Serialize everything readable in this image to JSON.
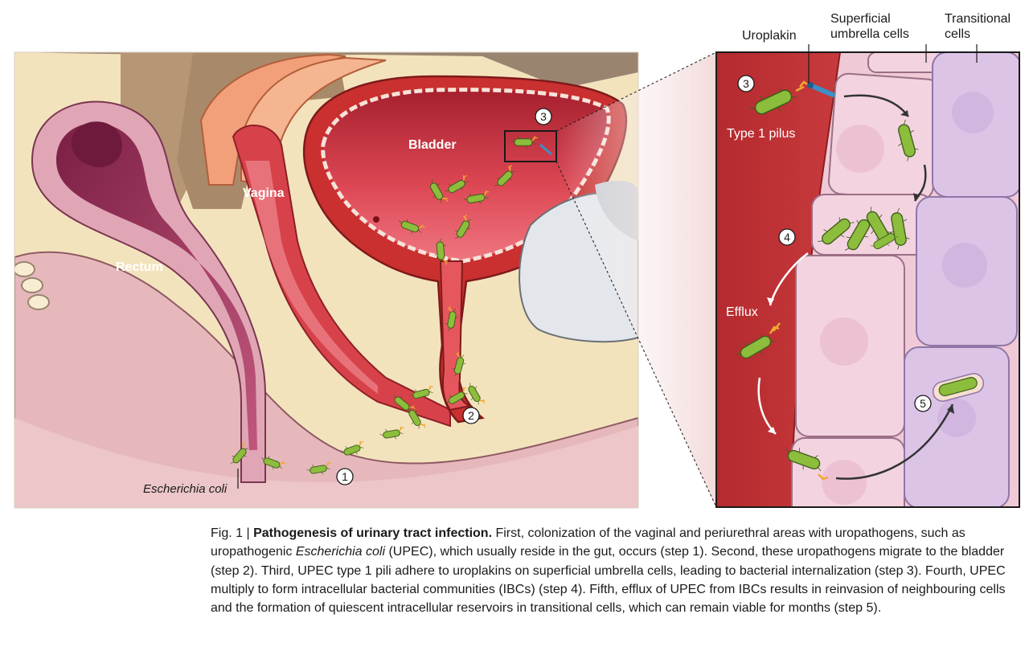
{
  "labels": {
    "rectum": "Rectum",
    "vagina": "Vagina",
    "bladder": "Bladder",
    "ecoli": "Escherichia coli",
    "uroplakin": "Uroplakin",
    "superficial_line1": "Superficial",
    "superficial_line2": "umbrella cells",
    "transitional_line1": "Transitional",
    "transitional_line2": "cells",
    "type1_pilus": "Type 1 pilus",
    "efflux": "Efflux"
  },
  "steps": [
    "1",
    "2",
    "3",
    "4",
    "5"
  ],
  "caption": {
    "fig_label": "Fig. 1 | ",
    "title": "Pathogenesis of urinary tract infection.",
    "text_1": " First, colonization of the vaginal and periurethral areas with uropathogens, such as uropathogenic ",
    "italic": "Escherichia coli",
    "text_2": " (UPEC), which usually reside in the gut, occurs (step 1). Second, these uropathogens migrate to the bladder (step 2). Third, UPEC type 1 pili adhere to uroplakins on superficial umbrella cells, leading to bacterial internalization (step 3). Fourth, UPEC multiply to form intracellular bacterial communities (IBCs) (step 4). Fifth, efflux of UPEC from IBCs results in reinvasion of neighbouring cells and the formation of quiescent intracellular reservoirs in transitional cells, which can remain viable for months (step 5)."
  },
  "colors": {
    "background_tissue": "#f3e3bd",
    "pink_tissue": "#e6b8bb",
    "rectum": "#a8385f",
    "bladder_lumen": "#d8404e",
    "bladder_wall": "#c9302f",
    "vagina": "#d7424a",
    "uterus_orange": "#f5a57c",
    "bacterium": "#8cbd3c",
    "umbrella_cell": "#f3d3e0",
    "transitional_cell": "#dcc4e7",
    "wall_red": "#b73134",
    "pilus": "#f0a830",
    "uroplakin": "#3d8fc6"
  }
}
